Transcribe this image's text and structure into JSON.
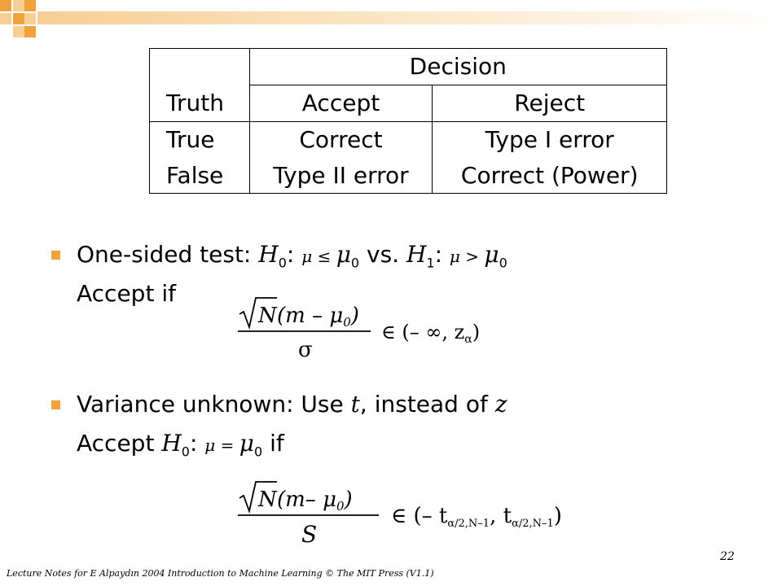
{
  "table": {
    "header": "Decision",
    "cols": [
      "Truth",
      "Accept",
      "Reject"
    ],
    "rows": [
      [
        "True",
        "Correct",
        "Type I error"
      ],
      [
        "False",
        "Type II error",
        "Correct (Power)"
      ]
    ]
  },
  "bullet1": {
    "lead": "One-sided test: ",
    "h0": "H",
    "h0_sub": "0",
    "colon1": ": ",
    "mu1": "μ",
    "le": " ≤  ",
    "mu0a": "μ",
    "mu0a_sub": "0",
    "vs": " vs. ",
    "h1": "H",
    "h1_sub": "1",
    "colon2": ": ",
    "mu2": "μ",
    "gt": " > ",
    "mu0b": "μ",
    "mu0b_sub": "0",
    "line2": "Accept if"
  },
  "eq1": {
    "sqrt_n": "N",
    "numer": "(m – μ",
    "numer_sub": "0",
    "numer_close": ")",
    "denom": "σ",
    "rhs": "∈ (– ∞, z",
    "rhs_sub": "α",
    "rhs_close": ")"
  },
  "bullet2": {
    "lead": "Variance unknown: Use ",
    "t": "t",
    "mid": ", instead of ",
    "z": "z",
    "line2_lead": "Accept ",
    "h0": "H",
    "h0_sub": "0",
    "colon": ": ",
    "mu": "μ",
    "eqsign": " = ",
    "mu0": "μ",
    "mu0_sub": "0",
    "if": " if"
  },
  "eq2": {
    "sqrt_n": "N",
    "numer": "(m– μ",
    "numer_sub": "0",
    "numer_close": ")",
    "denom": "S",
    "rhs": "∈ (– t",
    "rhs_sub1": "α/2,N–1",
    "comma": ", t",
    "rhs_sub2": "α/2,N–1",
    "rhs_close": ")"
  },
  "footer": "Lecture Notes for E Alpaydın 2004 Introduction to Machine Learning © The MIT Press (V1.1)",
  "page_number": "22",
  "colors": {
    "accent": "#f0a23c",
    "accent_light": "#f7cf94"
  }
}
